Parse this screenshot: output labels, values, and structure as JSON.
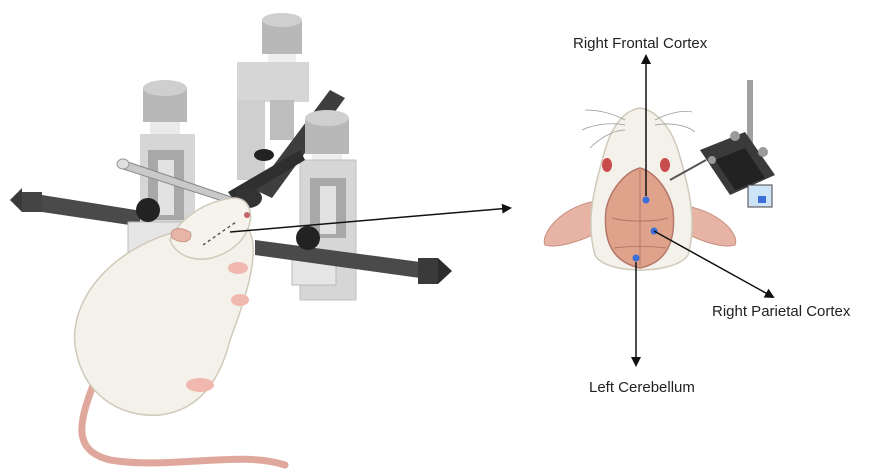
{
  "labels": {
    "right_frontal_cortex": "Right Frontal Cortex",
    "right_parietal_cortex": "Right Parietal Cortex",
    "left_cerebellum": "Left Cerebellum"
  },
  "colors": {
    "fur": "#f3f1ea",
    "fur_shadow": "#d9d5c9",
    "skin_pink": "#e8b4a8",
    "skull_exposed": "#dfa38c",
    "metal_light": "#d3d3d3",
    "metal_dark": "#555555",
    "site_dot": "#3a6fd8",
    "arrow": "#111111"
  },
  "illustration": {
    "left": "rat-in-stereotaxic-frame",
    "right": "top-view-rat-head-with-electrode-sites"
  }
}
